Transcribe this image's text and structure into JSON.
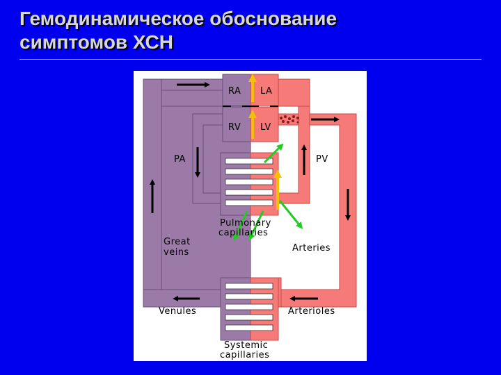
{
  "slide": {
    "title_line1": "Гемодинамическое обоснование",
    "title_line2": "симптомов ХСН"
  },
  "diagram": {
    "labels": {
      "ra": "RA",
      "la": "LA",
      "rv": "RV",
      "lv": "LV",
      "pa": "PA",
      "pv": "PV",
      "pulmonary_line1": "Pulmonary",
      "pulmonary_line2": "capillaries",
      "great_veins_line1": "Great",
      "great_veins_line2": "veins",
      "arteries": "Arteries",
      "venules": "Venules",
      "arterioles": "Arterioles",
      "systemic_line1": "Systemic",
      "systemic_line2": "capillaries"
    },
    "colors": {
      "venous": "#9b7aa8",
      "arterial": "#f57a78",
      "flow_arrow": "#000000",
      "pressure_arrow": "#f2c200",
      "symptom_arrow": "#22cc22",
      "background": "#0000ee",
      "panel": "#ffffff"
    }
  }
}
